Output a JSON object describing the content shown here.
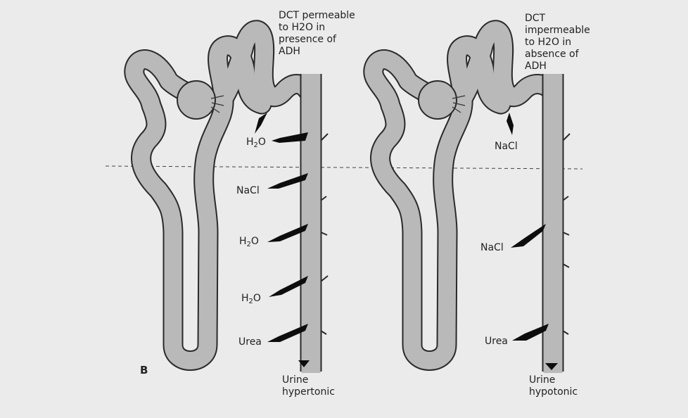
{
  "panel_label": "B",
  "left_panel": {
    "caption": [
      "DCT permeable",
      "to H2O in",
      "presence of",
      "ADH"
    ],
    "arrows": [
      {
        "chem": "H",
        "sub": "2",
        "tail": "O"
      },
      {
        "chem": "NaCl",
        "sub": "",
        "tail": ""
      },
      {
        "chem": "H",
        "sub": "2",
        "tail": "O"
      },
      {
        "chem": "H",
        "sub": "2",
        "tail": "O"
      },
      {
        "chem": "Urea",
        "sub": "",
        "tail": ""
      }
    ],
    "urine": [
      "Urine",
      "hypertonic"
    ]
  },
  "right_panel": {
    "caption": [
      "DCT",
      "impermeable",
      "to H2O in",
      "absence of",
      "ADH"
    ],
    "arrows": [
      {
        "chem": "NaCl",
        "sub": "",
        "tail": ""
      },
      {
        "chem": "NaCl",
        "sub": "",
        "tail": ""
      },
      {
        "chem": "Urea",
        "sub": "",
        "tail": ""
      }
    ],
    "urine": [
      "Urine",
      "hypotonic"
    ]
  },
  "colors": {
    "background": "#ebebeb",
    "tubule_fill": "#b9b9b9",
    "outline": "#2a2a2a",
    "arrow": "#0d0d0d"
  }
}
